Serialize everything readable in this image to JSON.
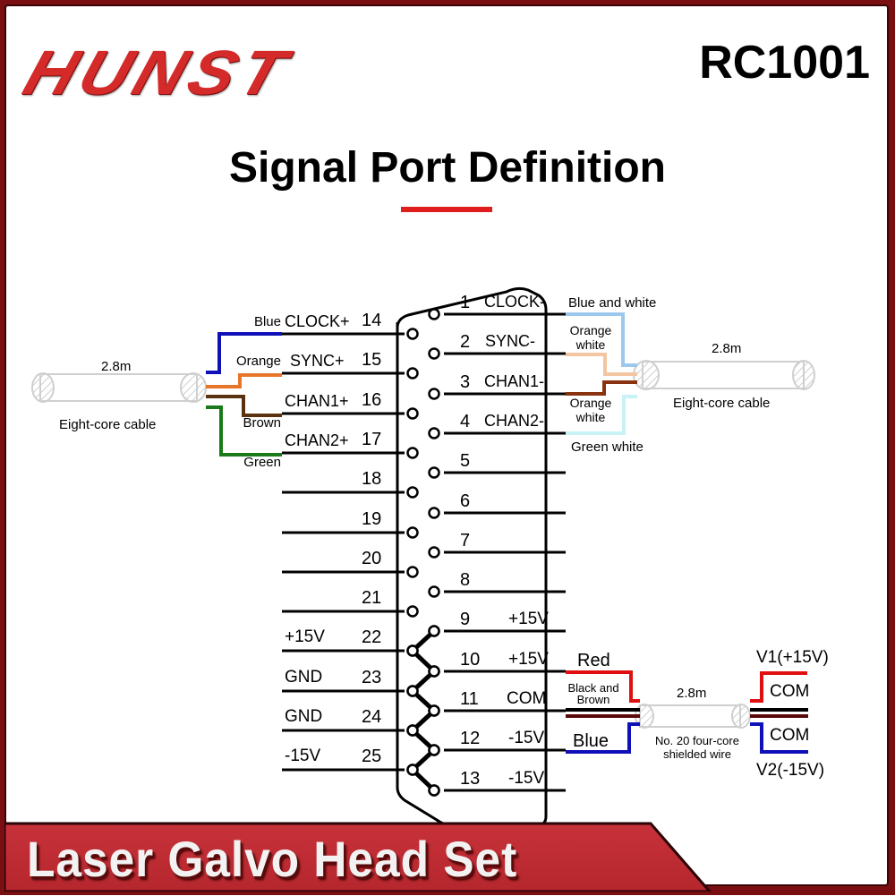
{
  "brand": {
    "logo_text": "HUNST",
    "model": "RC1001"
  },
  "title": "Signal Port Definition",
  "footer": {
    "label": "Laser Galvo Head Set"
  },
  "colors": {
    "brand_red": "#c8262b",
    "accent_red": "#e01d1d"
  },
  "left_pins": [
    {
      "pin": "14",
      "signal": "CLOCK+",
      "wire": "Blue",
      "color": "#1010b8"
    },
    {
      "pin": "15",
      "signal": "SYNC+",
      "wire": "Orange",
      "color": "#e8762a"
    },
    {
      "pin": "16",
      "signal": "CHAN1+",
      "wire": "Brown",
      "color": "#5a3210"
    },
    {
      "pin": "17",
      "signal": "CHAN2+",
      "wire": "Green",
      "color": "#1a7a1a"
    },
    {
      "pin": "18",
      "signal": "",
      "wire": "",
      "color": ""
    },
    {
      "pin": "19",
      "signal": "",
      "wire": "",
      "color": ""
    },
    {
      "pin": "20",
      "signal": "",
      "wire": "",
      "color": ""
    },
    {
      "pin": "21",
      "signal": "",
      "wire": "",
      "color": ""
    },
    {
      "pin": "22",
      "signal": "+15V",
      "wire": "",
      "color": ""
    },
    {
      "pin": "23",
      "signal": "GND",
      "wire": "",
      "color": ""
    },
    {
      "pin": "24",
      "signal": "GND",
      "wire": "",
      "color": ""
    },
    {
      "pin": "25",
      "signal": "-15V",
      "wire": "",
      "color": ""
    }
  ],
  "right_pins": [
    {
      "pin": "1",
      "signal": "CLOCK-",
      "wire": "Blue and white",
      "color": "#9cc8ee"
    },
    {
      "pin": "2",
      "signal": "SYNC-",
      "wire": "Orange white",
      "color": "#f2c6a2"
    },
    {
      "pin": "3",
      "signal": "CHAN1-",
      "wire": "Orange white",
      "color": "#8a3210"
    },
    {
      "pin": "4",
      "signal": "CHAN2-",
      "wire": "Green white",
      "color": "#c8f2f6"
    },
    {
      "pin": "5",
      "signal": "",
      "wire": "",
      "color": ""
    },
    {
      "pin": "6",
      "signal": "",
      "wire": "",
      "color": ""
    },
    {
      "pin": "7",
      "signal": "",
      "wire": "",
      "color": ""
    },
    {
      "pin": "8",
      "signal": "",
      "wire": "",
      "color": ""
    },
    {
      "pin": "9",
      "signal": "+15V",
      "wire": "",
      "color": ""
    },
    {
      "pin": "10",
      "signal": "+15V",
      "wire": "Red",
      "color": "#e01010"
    },
    {
      "pin": "11",
      "signal": "COM",
      "wire": "Black and Brown",
      "color": "#000000"
    },
    {
      "pin": "12",
      "signal": "-15V",
      "wire": "Blue",
      "color": "#1010b8"
    },
    {
      "pin": "13",
      "signal": "-15V",
      "wire": "",
      "color": ""
    }
  ],
  "left_cable": {
    "length": "2.8m",
    "label": "Eight-core cable"
  },
  "right_cable": {
    "length": "2.8m",
    "label": "Eight-core cable"
  },
  "power_cable": {
    "length": "2.8m",
    "label_line1": "No. 20 four-core",
    "label_line2": "shielded wire",
    "wire_label_red": "Red",
    "wire_label_bb_line1": "Black and",
    "wire_label_bb_line2": "Brown",
    "wire_label_blue": "Blue",
    "v1": "V1(+15V)",
    "com1": "COM",
    "com2": "COM",
    "v2": "V2(-15V)"
  }
}
